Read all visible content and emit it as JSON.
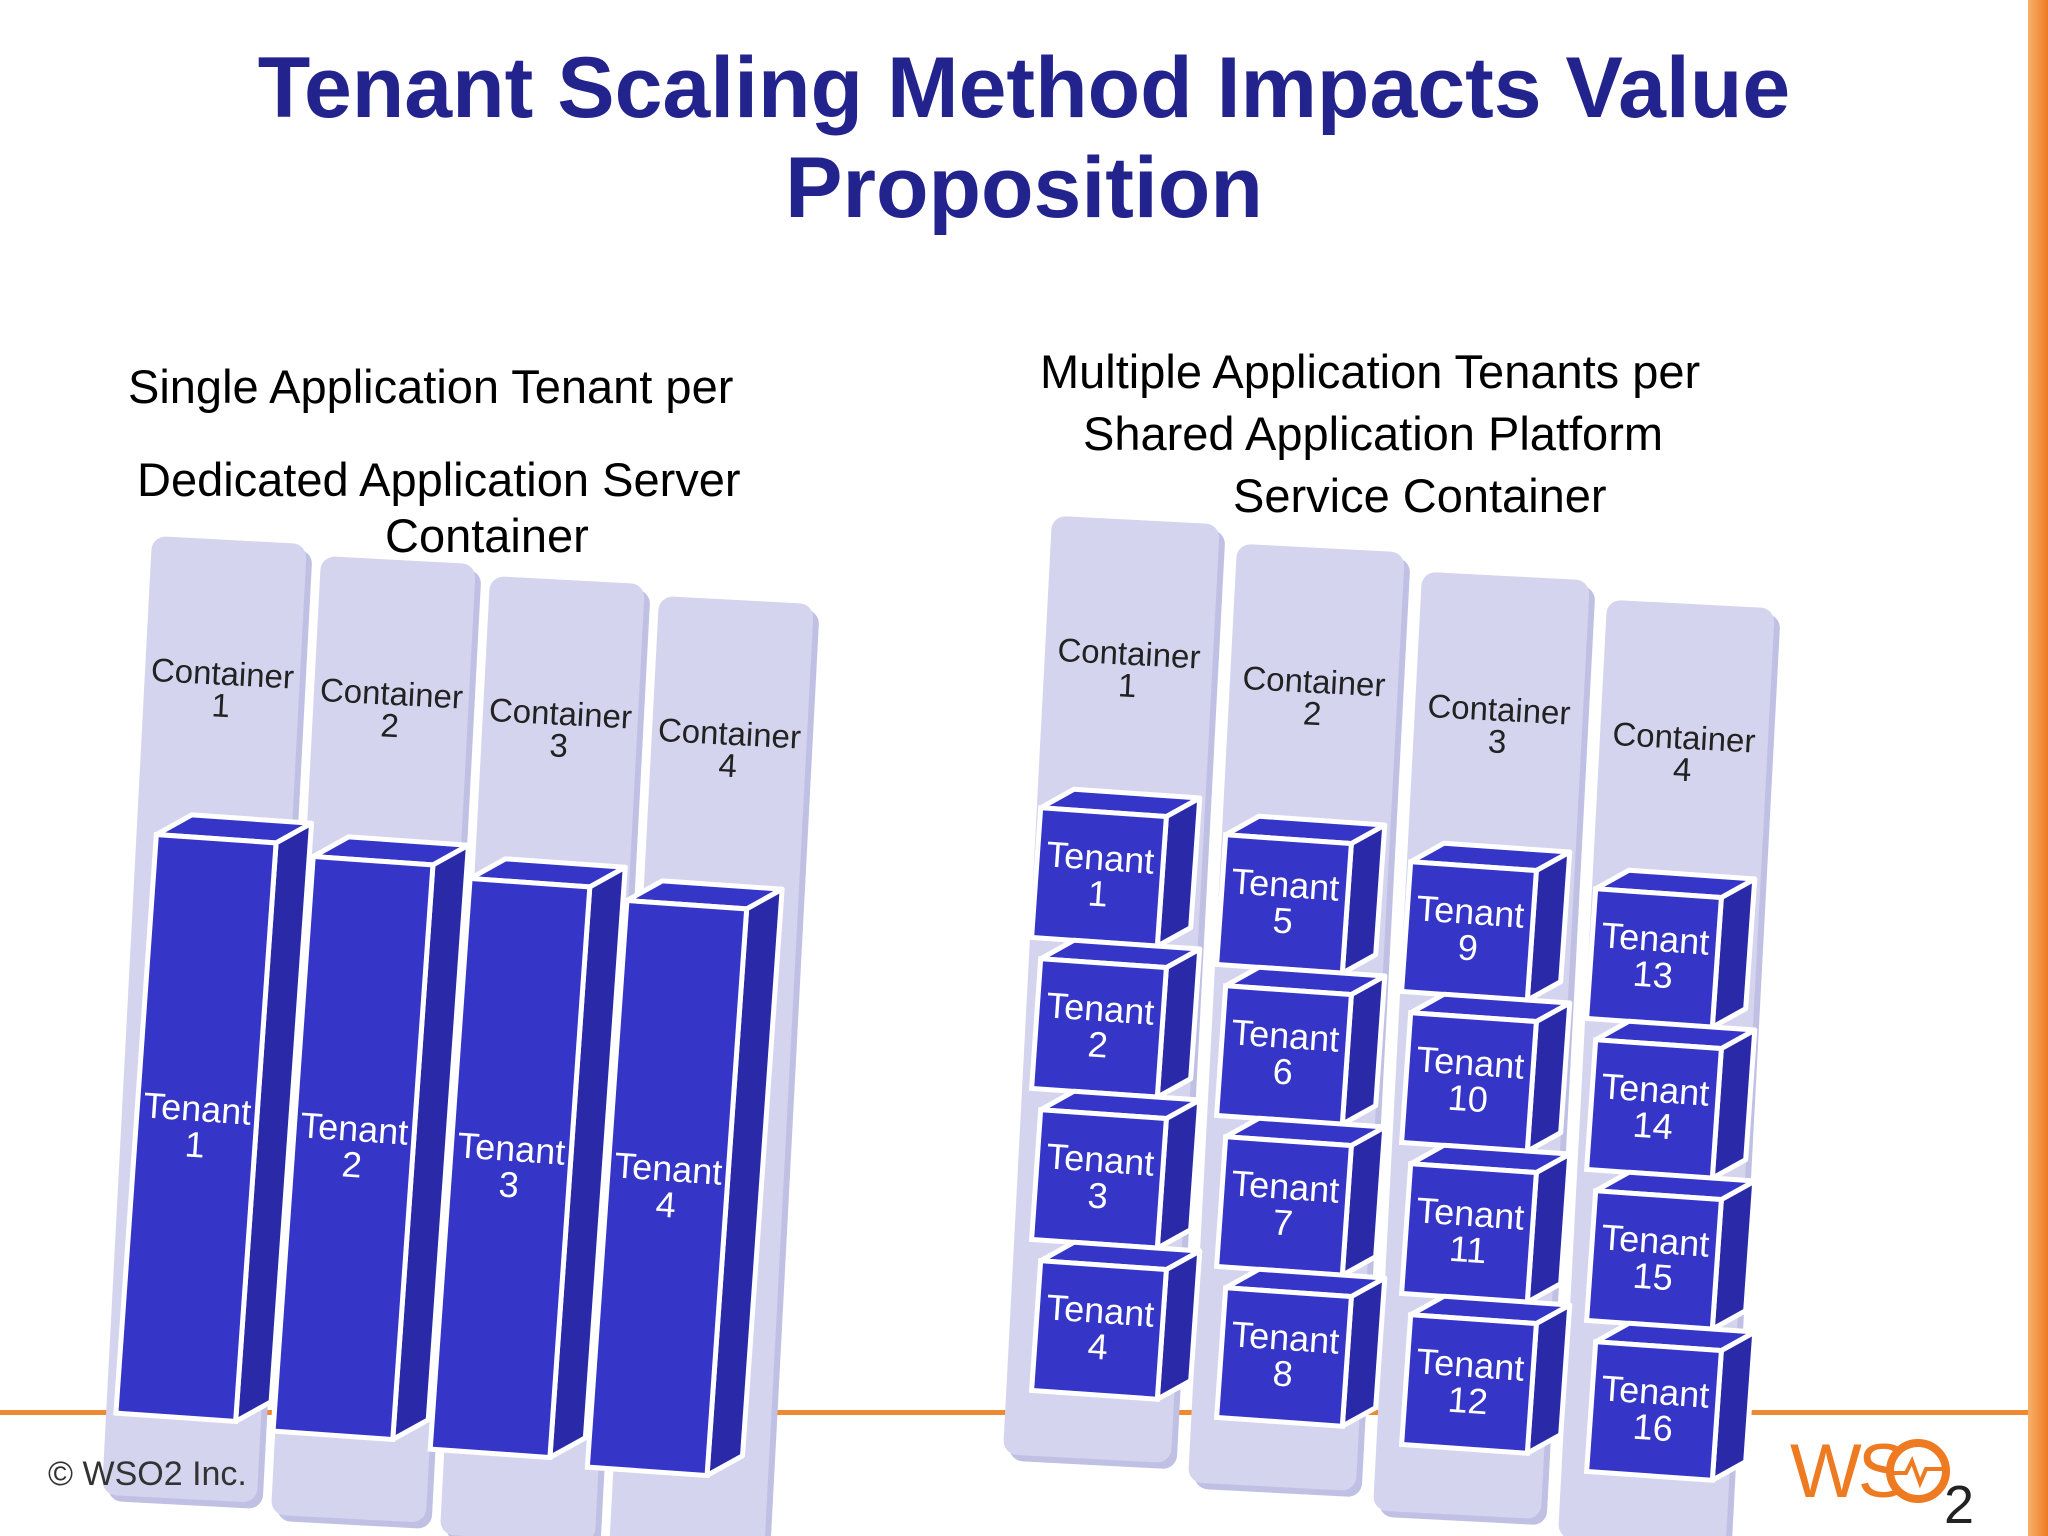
{
  "title": "Tenant Scaling Method Impacts Value Proposition",
  "left": {
    "subtitle_line1": "Single Application Tenant per",
    "subtitle_line2": "Dedicated Application Server",
    "subtitle_line3": "Container",
    "containers": [
      "Container 1",
      "Container 2",
      "Container 3",
      "Container 4"
    ],
    "tenants": [
      "Tenant 1",
      "Tenant 2",
      "Tenant 3",
      "Tenant 4"
    ]
  },
  "right": {
    "subtitle_line1": "Multiple Application Tenants per",
    "subtitle_line2": "Shared Application Platform",
    "subtitle_line3": "Service Container",
    "containers": [
      "Container 1",
      "Container 2",
      "Container 3",
      "Container 4"
    ],
    "tenants": [
      [
        "Tenant 1",
        "Tenant 2",
        "Tenant 3",
        "Tenant 4"
      ],
      [
        "Tenant 5",
        "Tenant 6",
        "Tenant 7",
        "Tenant 8"
      ],
      [
        "Tenant 9",
        "Tenant 10",
        "Tenant 11",
        "Tenant 12"
      ],
      [
        "Tenant 13",
        "Tenant 14",
        "Tenant 15",
        "Tenant 16"
      ]
    ]
  },
  "footer": {
    "copyright": "© WSO2 Inc.",
    "logo": "WSO2"
  },
  "colors": {
    "title": "#23238e",
    "tenant_front": "#3535c8",
    "tenant_side": "#2a2aa8",
    "container": "#d4d4ee",
    "accent": "#ee7a22"
  }
}
